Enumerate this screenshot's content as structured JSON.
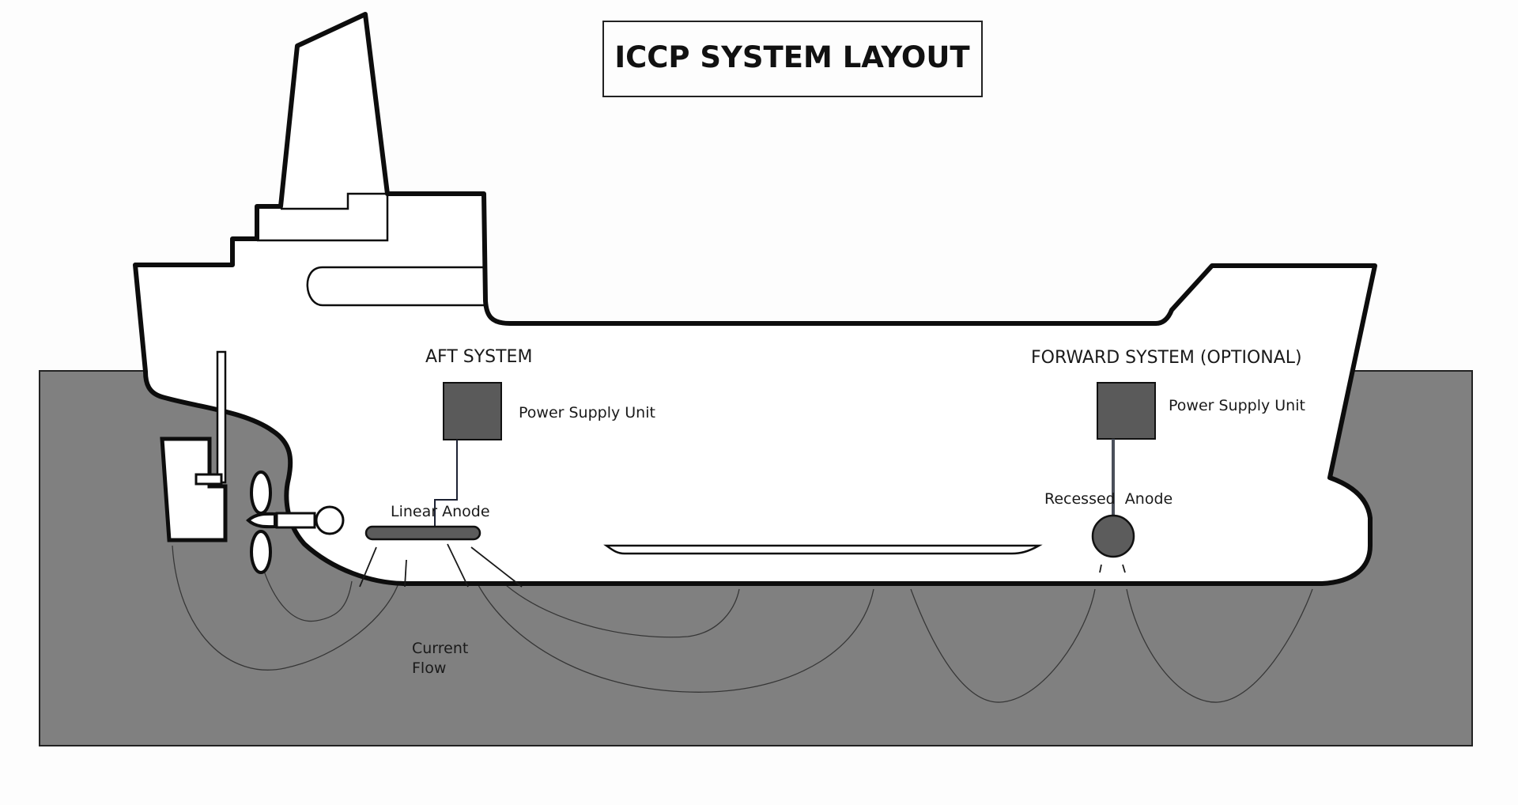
{
  "title": "ICCP SYSTEM LAYOUT",
  "colors": {
    "background": "#fdfdfd",
    "water": "#808080",
    "hull_fill": "#ffffff",
    "outline": "#0d0d0d",
    "psu_fill": "#5a5a5a",
    "anode_fill": "#5c5c5c",
    "current_line": "#2a2a2a"
  },
  "aft_system": {
    "heading": "AFT SYSTEM",
    "power_supply_label": "Power Supply Unit",
    "anode_label": "Linear Anode",
    "anode_type": "linear"
  },
  "forward_system": {
    "heading": "FORWARD SYSTEM (OPTIONAL)",
    "power_supply_label": "Power Supply Unit",
    "anode_label": "Recessed  Anode",
    "anode_type": "recessed"
  },
  "current_flow": {
    "label_line1": "Current",
    "label_line2": "Flow"
  },
  "components": [
    "hull",
    "superstructure",
    "funnel",
    "rudder",
    "propeller",
    "shaft",
    "bilge-keel",
    "water"
  ]
}
